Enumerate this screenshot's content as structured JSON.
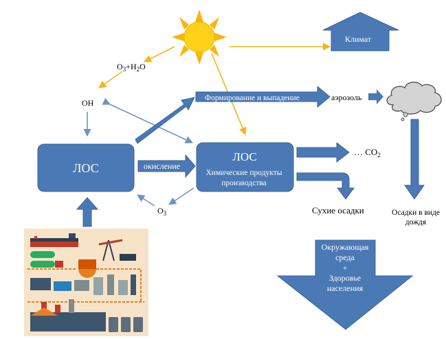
{
  "title": "",
  "labels": {
    "o3_h2o": {
      "base1": "O",
      "sub1": "3",
      "mid": "+H",
      "sub2": "2",
      "end": "O"
    },
    "oh": "OH",
    "climate": "Климат",
    "formation": "Формирование и выпадение",
    "aerosol": "аэрозоль",
    "voc_left": "ЛОС",
    "oxidation": "окисление",
    "voc_center": "ЛОС",
    "products_line1": "Химические продукты",
    "products_line2": "производства",
    "co2": {
      "prefix": "… CO",
      "sub": "2"
    },
    "o3": {
      "base": "O",
      "sub": "3"
    },
    "dry_deposition": "Сухие осадки",
    "rain_line1": "Осадки в виде",
    "rain_line2": "дождя",
    "env_line1": "Окружающая",
    "env_line2": "среда",
    "env_plus": "+",
    "env_line3": "Здоровье",
    "env_line4": "населения"
  },
  "colors": {
    "box_fill": "#4a79b5",
    "box_stroke": "#3a639a",
    "blue_arrow": "#4a79b5",
    "thin_arrow": "#6e93c6",
    "sun": "#ffd21a",
    "sun_ray": "#ffb400",
    "yellow_arrow": "#f5b516",
    "cloud": "#d4d4d4",
    "factory_bg": "#f7e4c8"
  },
  "icons": [
    "sun-icon",
    "cloud-icon",
    "factory-illustration"
  ]
}
